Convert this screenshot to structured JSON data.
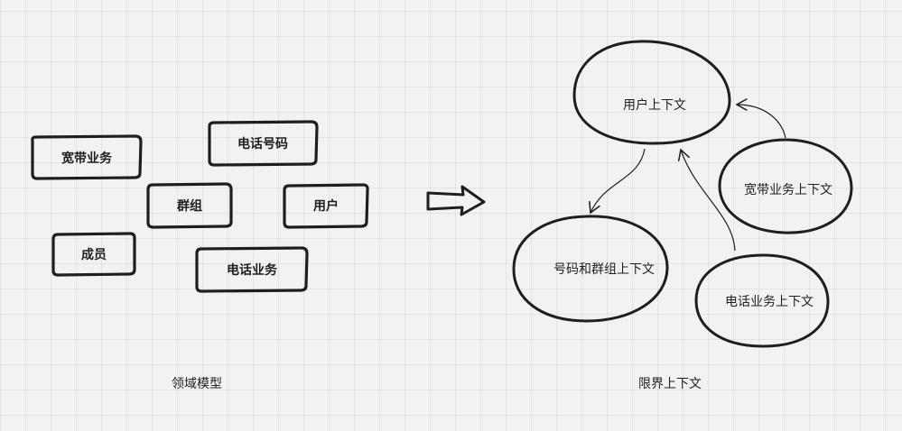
{
  "domain_model": {
    "caption": "领域模型",
    "entities": {
      "broadband_business": "宽带业务",
      "phone_number": "电话号码",
      "group": "群组",
      "user": "用户",
      "member": "成员",
      "phone_business": "电话业务"
    }
  },
  "bounded_contexts": {
    "caption": "限界上下文",
    "contexts": {
      "user_context": "用户上下文",
      "broadband_context": "宽带业务上下文",
      "number_group_context": "号码和群组上下文",
      "phone_context": "电话业务上下文"
    }
  },
  "colors": {
    "stroke": "#1e1e1e",
    "background": "#f3f2f1",
    "grid": "#dcdbda"
  }
}
